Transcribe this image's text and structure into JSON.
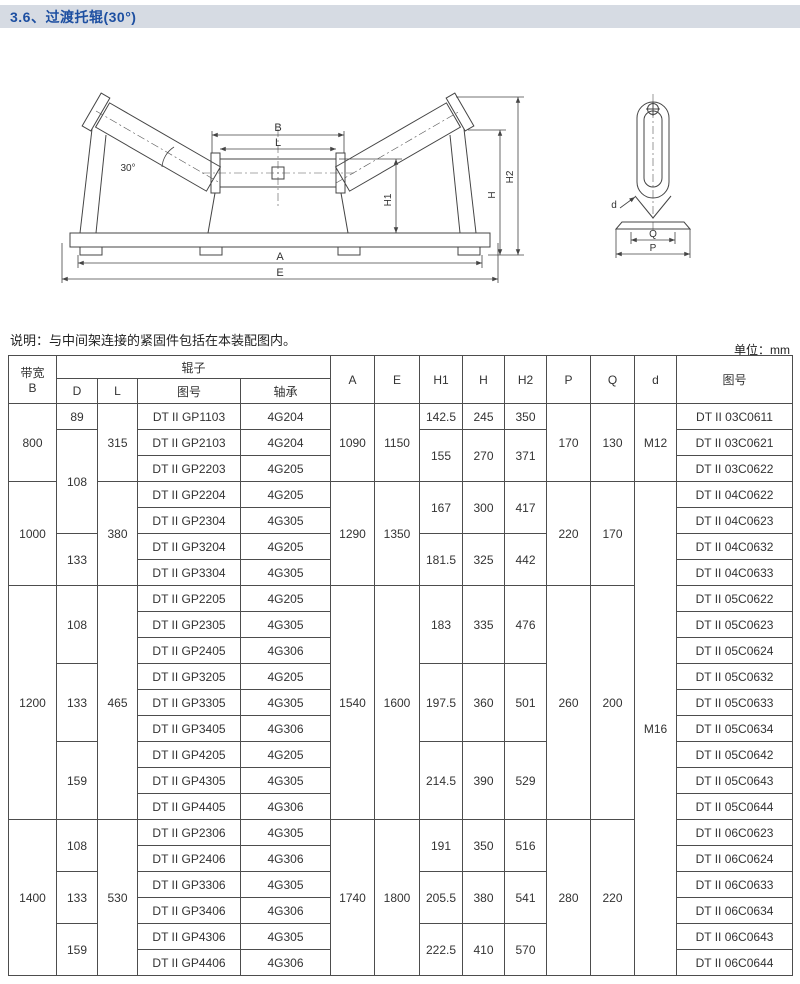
{
  "page": {
    "title": "3.6、过渡托辊(30°)",
    "note": "说明：与中间架连接的紧固件包括在本装配图内。",
    "unit_label": "单位：mm"
  },
  "colors": {
    "title_bar_bg": "#d6dbe3",
    "title_text": "#1d4fa1",
    "table_border": "#4d4d4d"
  },
  "diagram": {
    "front_view": {
      "B": "B",
      "L": "L",
      "angle": "30°",
      "H1": "H1",
      "H": "H",
      "H2": "H2",
      "A": "A",
      "E": "E"
    },
    "side_view": {
      "d": "d",
      "Q": "Q",
      "P": "P"
    }
  },
  "table": {
    "header": {
      "bandwidth": "带宽\nB",
      "roller_group": "辊子",
      "sub": [
        "D",
        "L",
        "图号",
        "轴承"
      ],
      "span_cols": [
        "A",
        "E",
        "H1",
        "H",
        "H2",
        "P",
        "Q",
        "d",
        "图号"
      ]
    },
    "rows": [
      [
        {
          "t": "800",
          "rs": 3
        },
        {
          "t": "89"
        },
        {
          "t": "315",
          "rs": 3
        },
        {
          "t": "DT II GP1103"
        },
        {
          "t": "4G204"
        },
        {
          "t": "1090",
          "rs": 3
        },
        {
          "t": "1150",
          "rs": 3
        },
        {
          "t": "142.5"
        },
        {
          "t": "245"
        },
        {
          "t": "350"
        },
        {
          "t": "170",
          "rs": 3
        },
        {
          "t": "130",
          "rs": 3
        },
        {
          "t": "M12",
          "rs": 3
        },
        {
          "t": "DT II 03C0611"
        }
      ],
      [
        {
          "t": "108",
          "rs": 4
        },
        {
          "t": "DT II GP2103"
        },
        {
          "t": "4G204"
        },
        {
          "t": "155",
          "rs": 2
        },
        {
          "t": "270",
          "rs": 2
        },
        {
          "t": "371",
          "rs": 2
        },
        {
          "t": "DT II 03C0621"
        }
      ],
      [
        {
          "t": "DT II GP2203"
        },
        {
          "t": "4G205"
        },
        {
          "t": "DT II 03C0622"
        }
      ],
      [
        {
          "t": "1000",
          "rs": 4
        },
        {
          "t": "380",
          "rs": 4
        },
        {
          "t": "DT II GP2204"
        },
        {
          "t": "4G205"
        },
        {
          "t": "1290",
          "rs": 4
        },
        {
          "t": "1350",
          "rs": 4
        },
        {
          "t": "167",
          "rs": 2
        },
        {
          "t": "300",
          "rs": 2
        },
        {
          "t": "417",
          "rs": 2
        },
        {
          "t": "220",
          "rs": 4
        },
        {
          "t": "170",
          "rs": 4
        },
        {
          "t": "M16",
          "rs": 19
        },
        {
          "t": "DT II 04C0622"
        }
      ],
      [
        {
          "t": "DT II GP2304"
        },
        {
          "t": "4G305"
        },
        {
          "t": "DT II 04C0623"
        }
      ],
      [
        {
          "t": "133",
          "rs": 2
        },
        {
          "t": "DT II GP3204"
        },
        {
          "t": "4G205"
        },
        {
          "t": "181.5",
          "rs": 2
        },
        {
          "t": "325",
          "rs": 2
        },
        {
          "t": "442",
          "rs": 2
        },
        {
          "t": "DT II 04C0632"
        }
      ],
      [
        {
          "t": "DT II GP3304"
        },
        {
          "t": "4G305"
        },
        {
          "t": "DT II 04C0633"
        }
      ],
      [
        {
          "t": "1200",
          "rs": 9
        },
        {
          "t": "108",
          "rs": 3
        },
        {
          "t": "465",
          "rs": 9
        },
        {
          "t": "DT II GP2205"
        },
        {
          "t": "4G205"
        },
        {
          "t": "1540",
          "rs": 9
        },
        {
          "t": "1600",
          "rs": 9
        },
        {
          "t": "183",
          "rs": 3
        },
        {
          "t": "335",
          "rs": 3
        },
        {
          "t": "476",
          "rs": 3
        },
        {
          "t": "260",
          "rs": 9
        },
        {
          "t": "200",
          "rs": 9
        },
        {
          "t": "DT II 05C0622"
        }
      ],
      [
        {
          "t": "DT II GP2305"
        },
        {
          "t": "4G305"
        },
        {
          "t": "DT II 05C0623"
        }
      ],
      [
        {
          "t": "DT II GP2405"
        },
        {
          "t": "4G306"
        },
        {
          "t": "DT II 05C0624"
        }
      ],
      [
        {
          "t": "133",
          "rs": 3
        },
        {
          "t": "DT II GP3205"
        },
        {
          "t": "4G205"
        },
        {
          "t": "197.5",
          "rs": 3
        },
        {
          "t": "360",
          "rs": 3
        },
        {
          "t": "501",
          "rs": 3
        },
        {
          "t": "DT II 05C0632"
        }
      ],
      [
        {
          "t": "DT II GP3305"
        },
        {
          "t": "4G305"
        },
        {
          "t": "DT II 05C0633"
        }
      ],
      [
        {
          "t": "DT II GP3405"
        },
        {
          "t": "4G306"
        },
        {
          "t": "DT II 05C0634"
        }
      ],
      [
        {
          "t": "159",
          "rs": 3
        },
        {
          "t": "DT II GP4205"
        },
        {
          "t": "4G205"
        },
        {
          "t": "214.5",
          "rs": 3
        },
        {
          "t": "390",
          "rs": 3
        },
        {
          "t": "529",
          "rs": 3
        },
        {
          "t": "DT II 05C0642"
        }
      ],
      [
        {
          "t": "DT II GP4305"
        },
        {
          "t": "4G305"
        },
        {
          "t": "DT II 05C0643"
        }
      ],
      [
        {
          "t": "DT II GP4405"
        },
        {
          "t": "4G306"
        },
        {
          "t": "DT II 05C0644"
        }
      ],
      [
        {
          "t": "1400",
          "rs": 6
        },
        {
          "t": "108",
          "rs": 2
        },
        {
          "t": "530",
          "rs": 6
        },
        {
          "t": "DT II GP2306"
        },
        {
          "t": "4G305"
        },
        {
          "t": "1740",
          "rs": 6
        },
        {
          "t": "1800",
          "rs": 6
        },
        {
          "t": "191",
          "rs": 2
        },
        {
          "t": "350",
          "rs": 2
        },
        {
          "t": "516",
          "rs": 2
        },
        {
          "t": "280",
          "rs": 6
        },
        {
          "t": "220",
          "rs": 6
        },
        {
          "t": "DT II 06C0623"
        }
      ],
      [
        {
          "t": "DT II GP2406"
        },
        {
          "t": "4G306"
        },
        {
          "t": "DT II 06C0624"
        }
      ],
      [
        {
          "t": "133",
          "rs": 2
        },
        {
          "t": "DT II GP3306"
        },
        {
          "t": "4G305"
        },
        {
          "t": "205.5",
          "rs": 2
        },
        {
          "t": "380",
          "rs": 2
        },
        {
          "t": "541",
          "rs": 2
        },
        {
          "t": "DT II 06C0633"
        }
      ],
      [
        {
          "t": "DT II GP3406"
        },
        {
          "t": "4G306"
        },
        {
          "t": "DT II 06C0634"
        }
      ],
      [
        {
          "t": "159",
          "rs": 2
        },
        {
          "t": "DT II GP4306"
        },
        {
          "t": "4G305"
        },
        {
          "t": "222.5",
          "rs": 2
        },
        {
          "t": "410",
          "rs": 2
        },
        {
          "t": "570",
          "rs": 2
        },
        {
          "t": "DT II 06C0643"
        }
      ],
      [
        {
          "t": "DT II GP4406"
        },
        {
          "t": "4G306"
        },
        {
          "t": "DT II 06C0644"
        }
      ]
    ]
  }
}
